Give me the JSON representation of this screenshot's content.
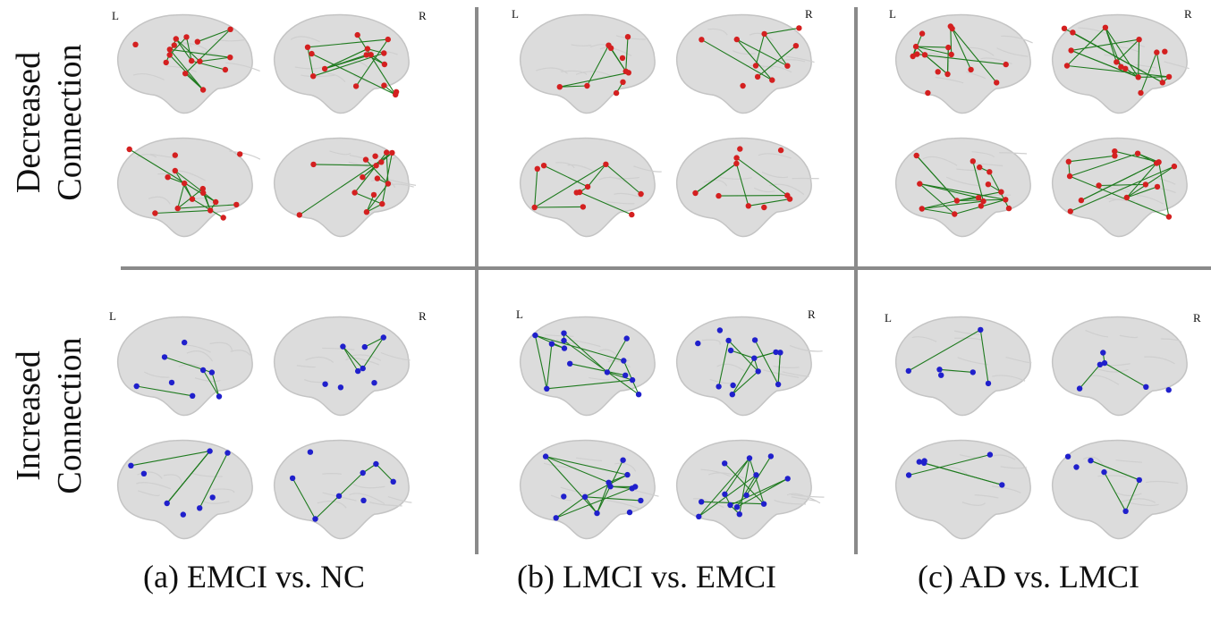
{
  "rows": [
    {
      "id": "decreased",
      "label_line1": "Decreased",
      "label_line2": "Connection",
      "node_color": "#d42020"
    },
    {
      "id": "increased",
      "label_line1": "Increased",
      "label_line2": "Connection",
      "node_color": "#2020cc"
    }
  ],
  "columns": [
    {
      "id": "a",
      "caption": "(a) EMCI vs. NC"
    },
    {
      "id": "b",
      "caption": "(b) LMCI vs. EMCI"
    },
    {
      "id": "c",
      "caption": "(c) AD vs. LMCI"
    }
  ],
  "hemisphere_labels": {
    "left": "L",
    "right": "R"
  },
  "colors": {
    "edge": "#1e7a1e",
    "brain": "#dcdcdc",
    "brain_outline": "#c4c4c4",
    "divider": "#8a8a8a"
  },
  "panel_density": [
    {
      "row": "decreased",
      "col": "a",
      "nodes": 30,
      "edges": 30
    },
    {
      "row": "decreased",
      "col": "b",
      "nodes": 20,
      "edges": 16
    },
    {
      "row": "decreased",
      "col": "c",
      "nodes": 30,
      "edges": 34
    },
    {
      "row": "increased",
      "col": "a",
      "nodes": 16,
      "edges": 12
    },
    {
      "row": "increased",
      "col": "b",
      "nodes": 26,
      "edges": 28
    },
    {
      "row": "increased",
      "col": "c",
      "nodes": 10,
      "edges": 8
    }
  ]
}
